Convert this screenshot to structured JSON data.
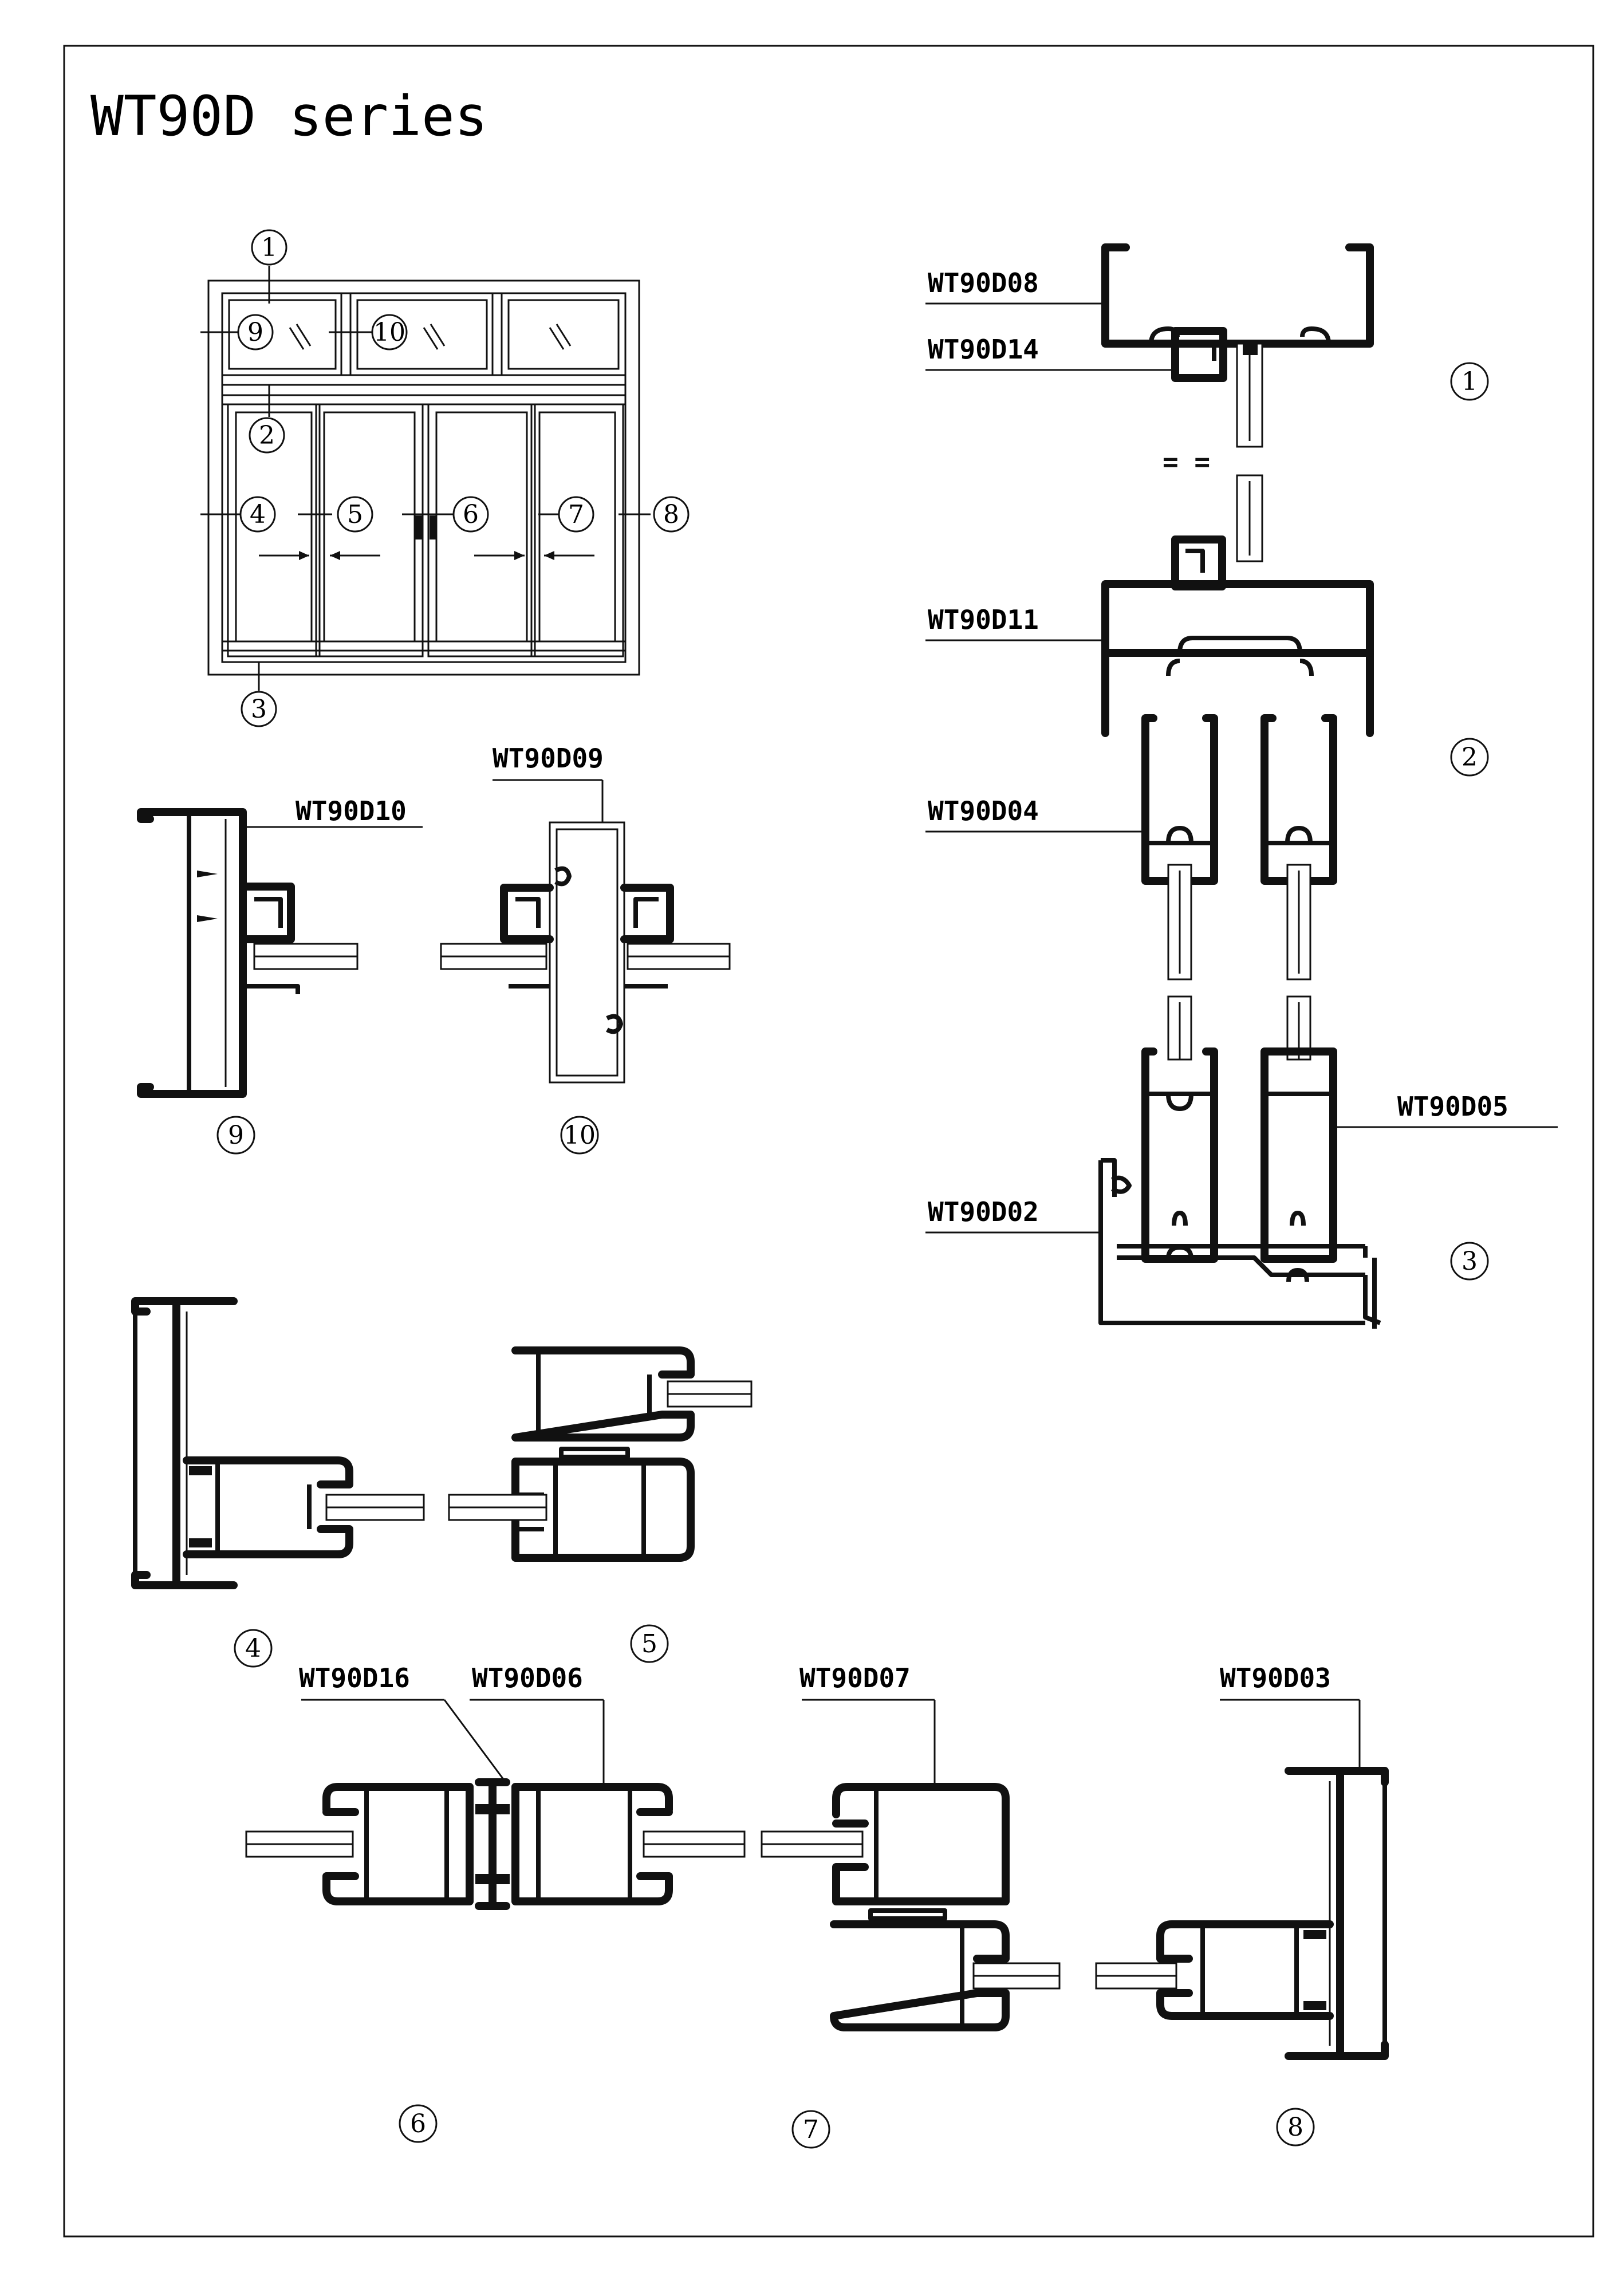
{
  "title": "WT90D series",
  "profile_labels": {
    "d08": "WT90D08",
    "d14": "WT90D14",
    "d11": "WT90D11",
    "d04": "WT90D04",
    "d05": "WT90D05",
    "d02": "WT90D02",
    "d10": "WT90D10",
    "d09": "WT90D09",
    "d16": "WT90D16",
    "d06": "WT90D06",
    "d07": "WT90D07",
    "d03": "WT90D03"
  },
  "markers": [
    "1",
    "2",
    "3",
    "4",
    "5",
    "6",
    "7",
    "8",
    "9",
    "10"
  ]
}
